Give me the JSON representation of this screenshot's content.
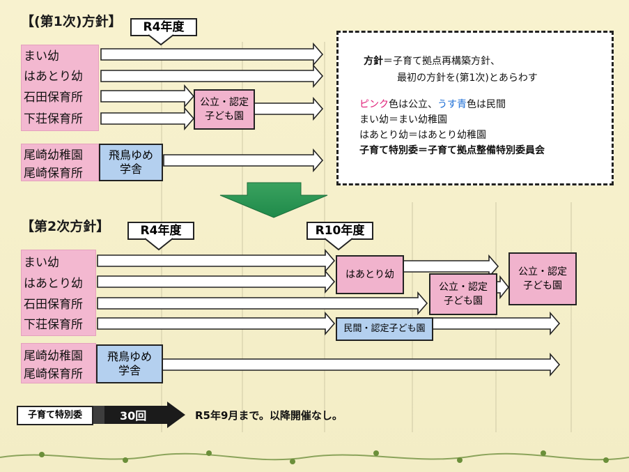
{
  "policy1": {
    "heading": "【(第1次)方針】",
    "year_label": "R4年度",
    "facilities": [
      "まい幼",
      "はあとり幼",
      "石田保育所",
      "下荘保育所"
    ],
    "facilities_b": [
      "尾崎幼稚園",
      "尾崎保育所"
    ],
    "merged_box": "公立・認定\n子ども園",
    "asuka_box": "飛鳥ゆめ\n学舎"
  },
  "legend": {
    "line1_bold": "方針",
    "line1_rest": "＝子育て拠点再構築方針、",
    "line2": "最初の方針を(第1次)とあらわす",
    "line3_pink": "ピンク",
    "line3_mid": "色は公立、",
    "line3_blue": "うす青",
    "line3_end": "色は民間",
    "line4": "まい幼＝まい幼稚園",
    "line5": "はあとり幼＝はあとり幼稚園",
    "line6": "子育て特別委＝子育て拠点整備特別委員会"
  },
  "policy2": {
    "heading": "【第2次方針】",
    "year_label_a": "R4年度",
    "year_label_b": "R10年度",
    "facilities": [
      "まい幼",
      "はあとり幼",
      "石田保育所",
      "下荘保育所"
    ],
    "facilities_b": [
      "尾崎幼稚園",
      "尾崎保育所"
    ],
    "box_heart": "はあとり幼",
    "box_mid": "公立・認定\n子ども園",
    "box_final": "公立・認定\n子ども園",
    "box_private": "民間・認定子ども園",
    "asuka_box": "飛鳥ゆめ\n学舎"
  },
  "committee": {
    "label": "子育て特別委",
    "count": "30回",
    "note": "R5年9月まで。以降開催なし。"
  },
  "colors": {
    "public_pink": "#f1b3cd",
    "private_blue": "#b4d0ef",
    "down_arrow": "#2e9a56"
  }
}
